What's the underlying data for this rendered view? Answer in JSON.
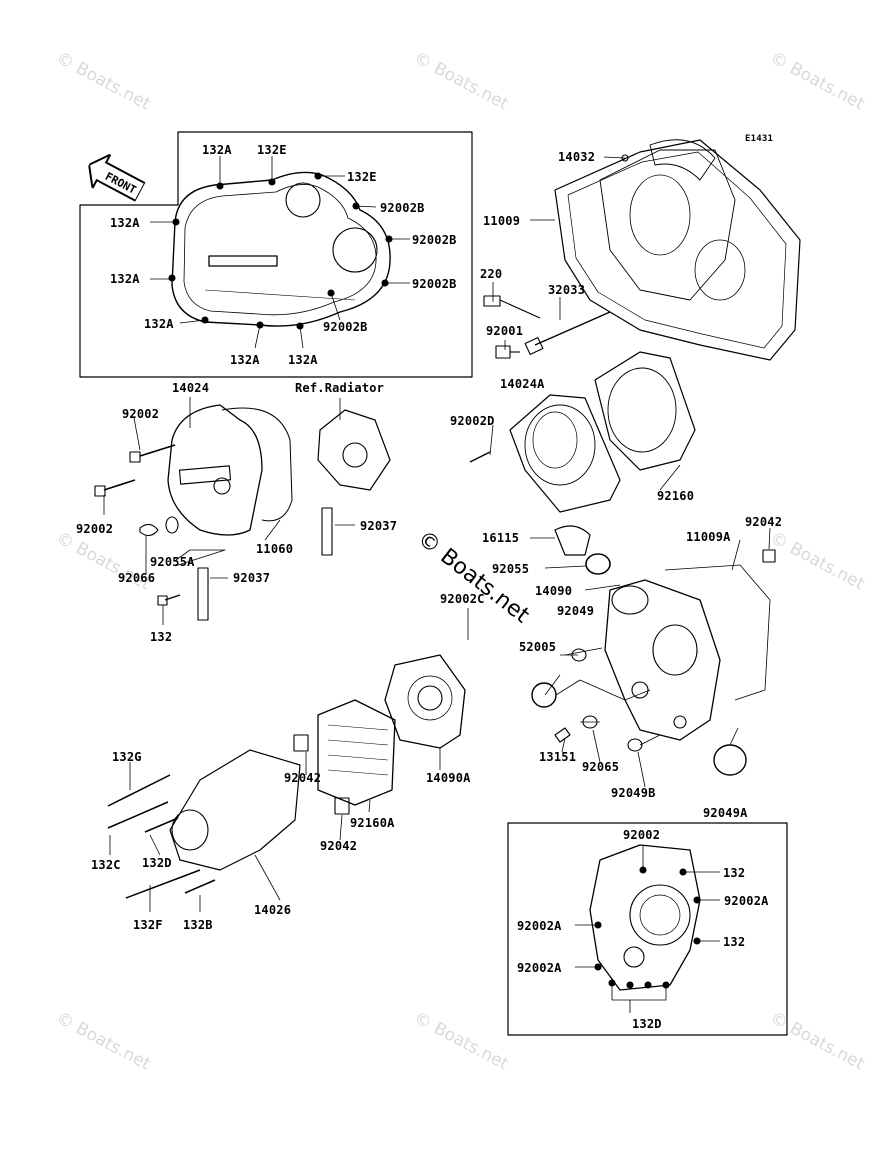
{
  "diagram": {
    "code": "E1431",
    "front_label": "FRONT",
    "watermark": "© Boats.net",
    "ref_note": "Ref.Radiator"
  },
  "labels": {
    "l14032": "14032",
    "l11009": "11009",
    "l220": "220",
    "l32033": "32033",
    "l92001": "92001",
    "l14024A": "14024A",
    "l92002D": "92002D",
    "l92160": "92160",
    "l132A_1": "132A",
    "l132E_1": "132E",
    "l132E_2": "132E",
    "l92002B_1": "92002B",
    "l92002B_2": "92002B",
    "l92002B_3": "92002B",
    "l92002B_4": "92002B",
    "l132A_2": "132A",
    "l132A_3": "132A",
    "l132A_4": "132A",
    "l132A_5": "132A",
    "l132A_6": "132A",
    "l14024": "14024",
    "l92002_1": "92002",
    "l92002_2": "92002",
    "l11060": "11060",
    "l92037_1": "92037",
    "l92037_2": "92037",
    "l92055A": "92055A",
    "l92066": "92066",
    "l132": "132",
    "l16115": "16115",
    "l92055": "92055",
    "l14090": "14090",
    "l11009A": "11009A",
    "l92042_1": "92042",
    "l92002C": "92002C",
    "l92049": "92049",
    "l52005": "52005",
    "l13151": "13151",
    "l92065": "92065",
    "l92049B": "92049B",
    "l92049A": "92049A",
    "l14090A": "14090A",
    "l92160A": "92160A",
    "l92042_2": "92042",
    "l92042_3": "92042",
    "l132G": "132G",
    "l132C": "132C",
    "l132D_1": "132D",
    "l132F": "132F",
    "l132B": "132B",
    "l14026": "14026",
    "l92002_3": "92002",
    "l132_b": "132",
    "l92002A_1": "92002A",
    "l92002A_2": "92002A",
    "l132_c": "132",
    "l92002A_3": "92002A",
    "l132D_2": "132D"
  }
}
